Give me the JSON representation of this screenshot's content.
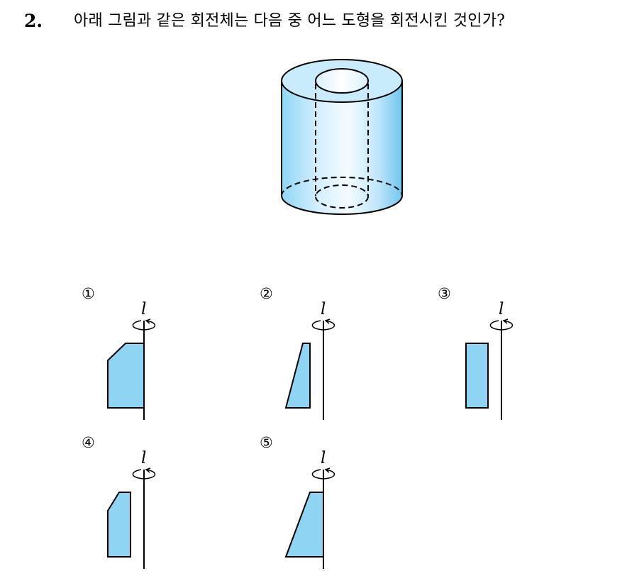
{
  "question": {
    "number": "2.",
    "text": "아래 그림과 같은 회전체는 다음 중 어느 도형을 회전시킨 것인가?"
  },
  "choices": [
    {
      "label": "①",
      "axis_label": "l"
    },
    {
      "label": "②",
      "axis_label": "l"
    },
    {
      "label": "③",
      "axis_label": "l"
    },
    {
      "label": "④",
      "axis_label": "l"
    },
    {
      "label": "⑤",
      "axis_label": "l"
    }
  ],
  "colors": {
    "fill": "#8fd4f2",
    "cylinder_light": "#f4fbff",
    "cylinder_dark": "#7cccef",
    "stroke": "#000000"
  }
}
